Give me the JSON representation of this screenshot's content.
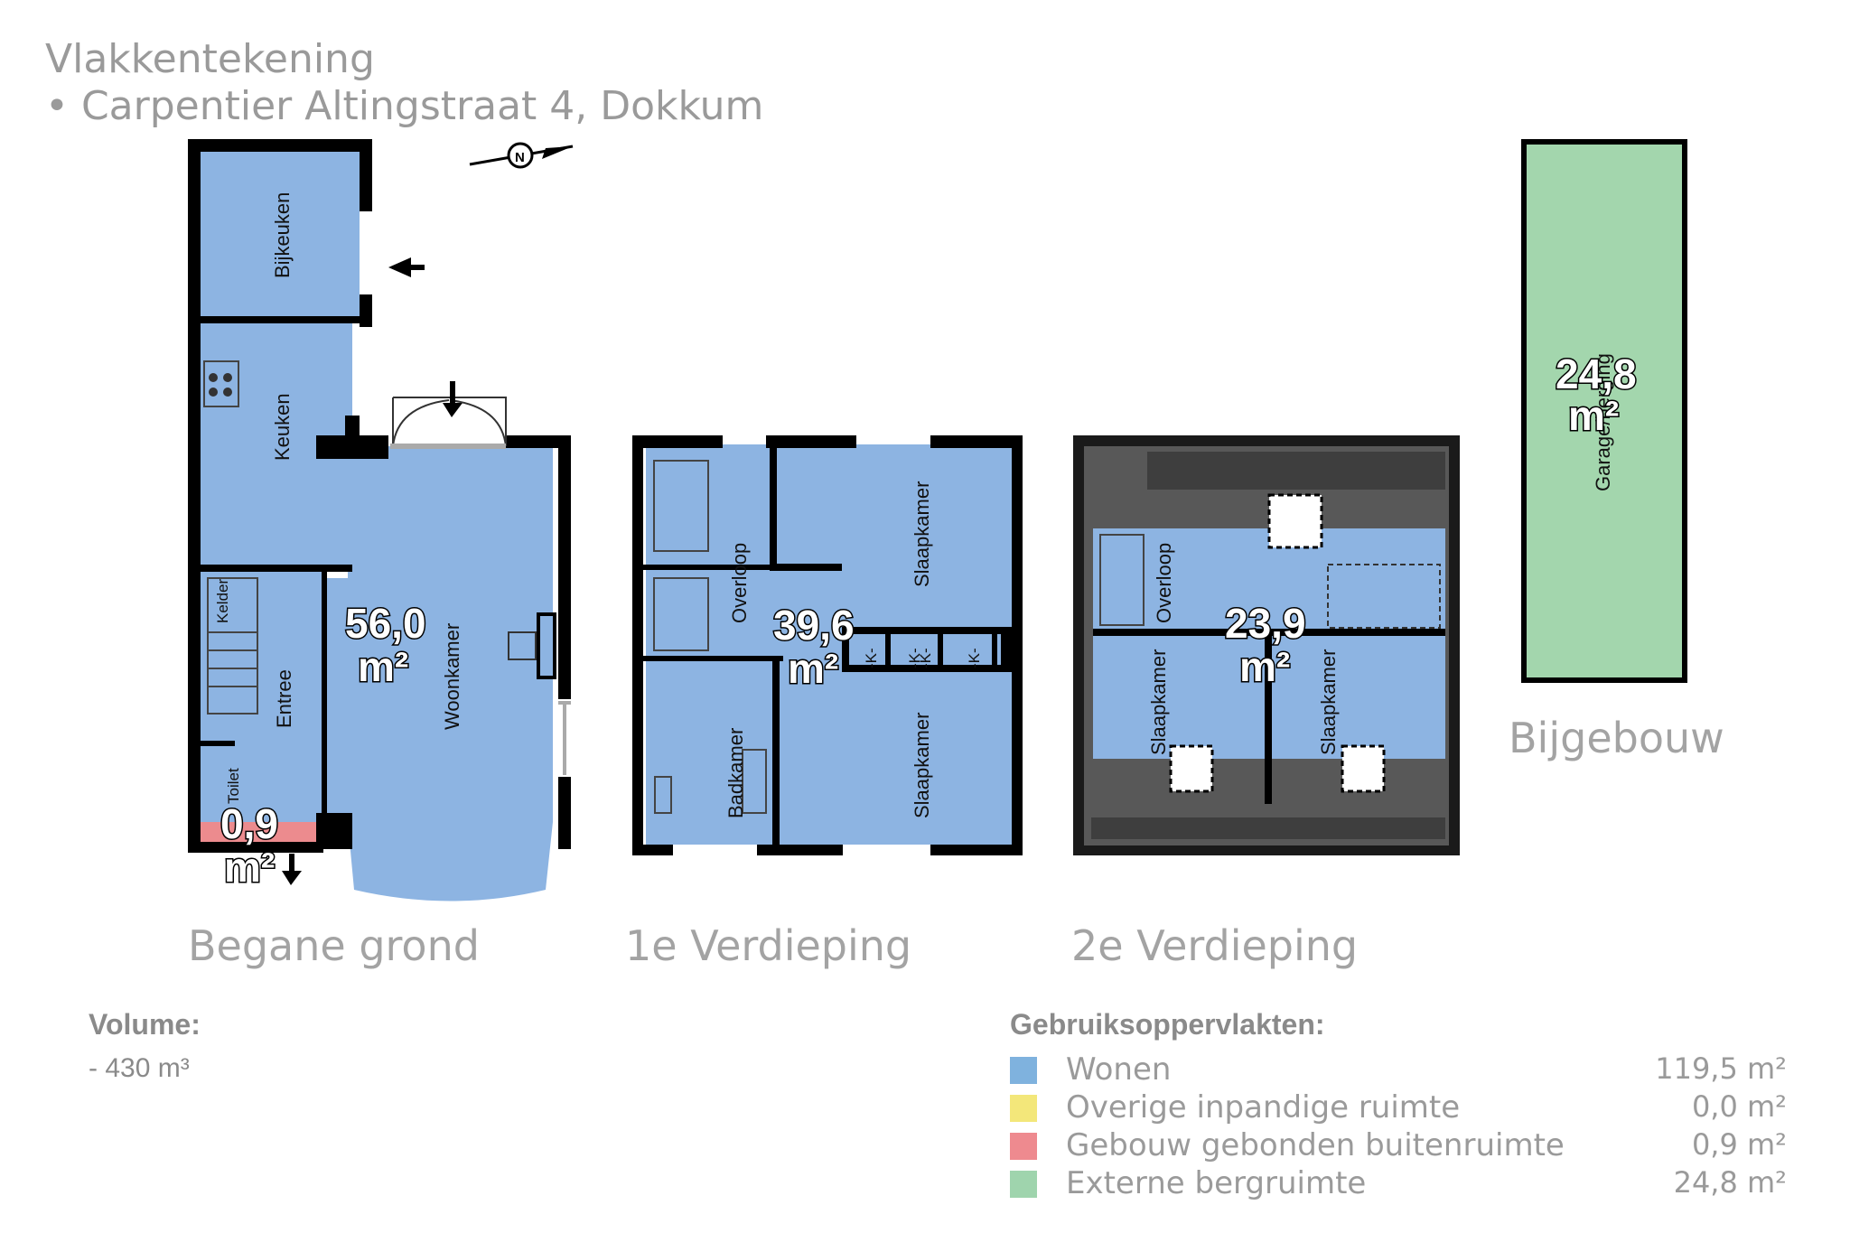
{
  "header": {
    "title": "Vlakkentekening",
    "address": "• Carpentier Altingstraat 4, Dokkum"
  },
  "compass": {
    "letter": "N"
  },
  "floors": {
    "ground": {
      "label": "Begane grond",
      "rooms": {
        "bijkeuken": "Bijkeuken",
        "keuken": "Keuken",
        "kelder": "Kelder",
        "entree": "Entree",
        "toilet": "Toilet",
        "woonkamer": "Woonkamer"
      },
      "areas": {
        "main_value": "56,0",
        "main_unit": "m²",
        "outdoor_value": "0,9",
        "outdoor_unit": "m²"
      }
    },
    "first": {
      "label": "1e Verdieping",
      "rooms": {
        "overloop": "Overloop",
        "slaapkamer_top": "Slaapkamer",
        "slaapkamer_bottom": "Slaapkamer",
        "badkamer": "Badkamer",
        "k1": "-K-",
        "k2": "-K-",
        "k3": "-K-",
        "k4": "-K-"
      },
      "areas": {
        "main_value": "39,6",
        "main_unit": "m²"
      }
    },
    "second": {
      "label": "2e Verdieping",
      "rooms": {
        "overloop": "Overloop",
        "slaapkamer_left": "Slaapkamer",
        "slaapkamer_right": "Slaapkamer"
      },
      "areas": {
        "main_value": "23,9",
        "main_unit": "m²"
      }
    },
    "annex": {
      "label": "Bijgebouw",
      "rooms": {
        "garage": "Garage/berging"
      },
      "areas": {
        "main_value": "24,8",
        "main_unit": "m²"
      }
    }
  },
  "volume": {
    "heading": "Volume:",
    "value": "- 430 m³"
  },
  "legend": {
    "heading": "Gebruiksoppervlakten:",
    "items": [
      {
        "label": "Wonen",
        "value": "119,5 m²",
        "color": "#7fb2de"
      },
      {
        "label": "Overige inpandige ruimte",
        "value": "0,0 m²",
        "color": "#f3e77a"
      },
      {
        "label": "Gebouw gebonden buitenruimte",
        "value": "0,9 m²",
        "color": "#ee8a8f"
      },
      {
        "label": "Externe bergruimte",
        "value": "24,8 m²",
        "color": "#9fd4ad"
      }
    ]
  }
}
